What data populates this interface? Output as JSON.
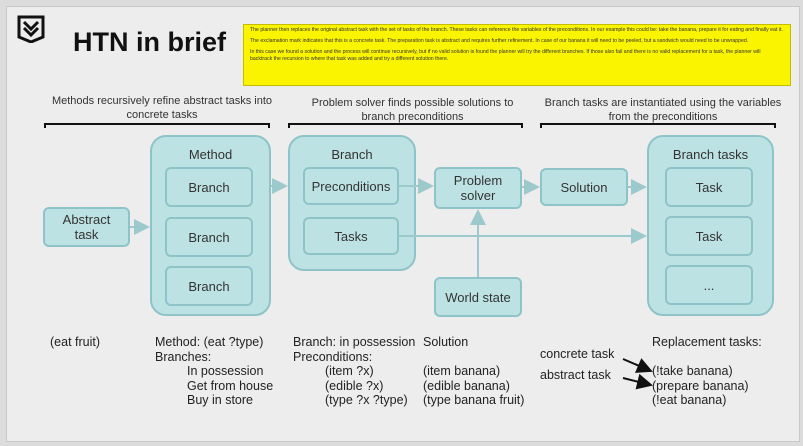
{
  "title": "HTN in brief",
  "note": [
    "The planner then replaces the original abstract task with the set of tasks of the branch. These tasks can reference the variables of the preconditions. In our example this could be: take the banana, prepare it for eating and finally eat it.",
    "The exclamation mark indicates that this is a concrete task. The preparation task is abstract and requires further refinement. In case of our banana it will need to be peeled, but a sandwich would need to be unwrapped.",
    "In this case we found a solution and the process will continue recursively, but if no valid solution is found the planner will try the different branches. If those also fail and there is no valid replacement for a task, the planner will backtrack the recursion to where that task was added and try a different solution there."
  ],
  "headers": [
    "Methods recursively refine abstract tasks into concrete tasks",
    "Problem solver finds possible solutions to branch preconditions",
    "Branch tasks are instantiated using the variables from the preconditions"
  ],
  "diagram": {
    "abstract_task": "Abstract task",
    "method": {
      "title": "Method",
      "branches": [
        "Branch",
        "Branch",
        "Branch"
      ]
    },
    "branch": {
      "title": "Branch",
      "preconditions": "Preconditions",
      "tasks": "Tasks"
    },
    "problem_solver": "Problem solver",
    "world_state": "World state",
    "solution": "Solution",
    "branch_tasks": {
      "title": "Branch tasks",
      "items": [
        "Task",
        "Task",
        "..."
      ]
    }
  },
  "example": {
    "eat_fruit": "(eat fruit)",
    "method_line": "Method: (eat ?type)",
    "branches_label": "Branches:",
    "branches": [
      "In possession",
      "Get from house",
      "Buy in store"
    ],
    "branch_line": "Branch: in possession",
    "preconditions_label": "Preconditions:",
    "preconditions": [
      "(item ?x)",
      "(edible ?x)",
      "(type ?x ?type)"
    ],
    "solution_label": "Solution",
    "solution": [
      "(item banana)",
      "(edible banana)",
      "(type banana fruit)"
    ],
    "concrete_task": "concrete task",
    "abstract_task": "abstract task",
    "replacement_label": "Replacement tasks:",
    "replacement": [
      "(!take banana)",
      "(prepare banana)",
      "(!eat banana)"
    ]
  }
}
